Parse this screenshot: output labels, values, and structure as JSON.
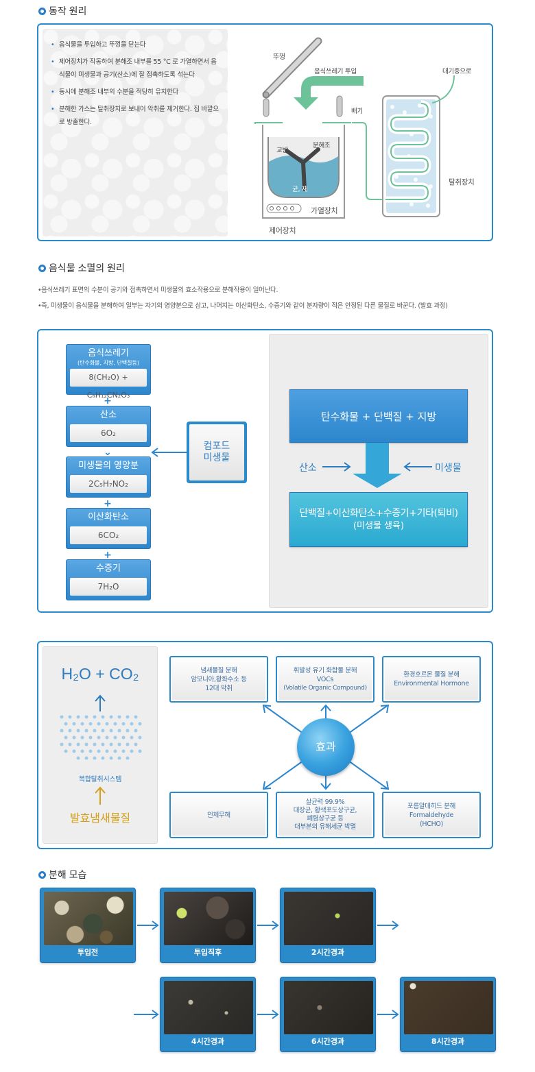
{
  "sections": {
    "operation": "동작 원리",
    "extinction": "음식물 소멸의 원리",
    "decomposition": "분해 모습"
  },
  "operation": {
    "steps": [
      "음식물을 투입하고 뚜껑을 닫는다",
      "제어장치가 작동하여 분해조 내부를 55 °C 로 가열하면서 음식물이 미생물과 공기(산소)에 잘 접촉하도록 섞는다",
      "동시에 분해조 내부의 수분을 적당히 유지한다",
      "분해한 가스는 탈취장치로 보내어 악취를 제거한다. 집 바깥으로 방출한다."
    ],
    "labels": {
      "lid": "뚜껑",
      "input": "음식쓰레기 투입",
      "atmosphere": "대기중으로",
      "exhaust": "배기",
      "stirrer": "교반",
      "tank": "분해조",
      "microbe": "균, 재",
      "heater": "가열장치",
      "deodorizer": "탈취장치",
      "controller": "제어장치"
    }
  },
  "extinction": {
    "bullets": [
      "음식쓰레기 표면의 수분이 공기와 접촉하면서 미생물의 효소작용으로 분해작용이 일어난다.",
      "즉, 미생물이 음식물을 분해하여 일부는 자기의 영양분으로 삼고, 나머지는 이산화탄소, 수증기와 같이 분자량이 적은 안정된 다른 물질로 바꾼다. (발효 과정)"
    ],
    "flow": [
      {
        "title": "음식쓰레기",
        "sub": "(탄수화물, 지방, 단백질등)",
        "formula": "8(CH₂O) + C₈H₁₂CN₂O₃"
      },
      {
        "title": "산소",
        "formula": "6O₂"
      },
      {
        "title": "미생물의 영양분",
        "formula": "2C₅H₇NO₂"
      },
      {
        "title": "이산화탄소",
        "formula": "6CO₂"
      },
      {
        "title": "수증기",
        "formula": "7H₂O"
      }
    ],
    "plus": "+",
    "compost": "컴포드\n미생물",
    "reaction": {
      "top": "탄수화물 + 단백질 + 지방",
      "left": "산소",
      "right": "미생물",
      "bottom1": "단백질+이산화탄소+수증기+기타(퇴비)",
      "bottom2": "(미생물 생육)"
    }
  },
  "effects": {
    "gas": "H₂O + CO₂",
    "system": "복합탈취시스템",
    "odor": "발효냄새물질",
    "center": "효과",
    "boxes": [
      [
        "냄새물질 분해",
        "암모니아,황화수소 등",
        "12대 악취"
      ],
      [
        "휘발성 유기 화합물 분해",
        "VOCs",
        "(Volatile Organic Compound)"
      ],
      [
        "환경호르몬 물질 분해",
        "Environmental Hormone"
      ],
      [
        "인체무해"
      ],
      [
        "살균력 99.9%",
        "대장균, 황색포도상구균,",
        "폐렴상구균 등",
        "대부분의 유해세균 박멸"
      ],
      [
        "포름알데히드 분해",
        "Formaldehyde",
        "(HCHO)"
      ]
    ]
  },
  "decomposition": {
    "photos": [
      "투입전",
      "투입직후",
      "2시간경과",
      "4시간경과",
      "6시간경과",
      "8시간경과"
    ]
  },
  "colors": {
    "accent": "#2b8ac9",
    "green_arrow": "#6cc39a",
    "odor": "#d4a017"
  }
}
